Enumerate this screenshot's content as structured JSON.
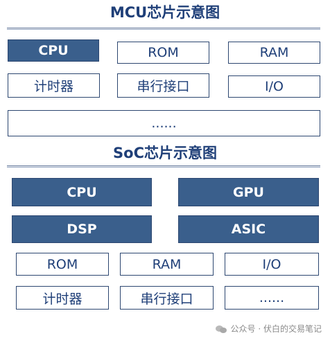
{
  "mcu": {
    "title": "MCU芯片示意图",
    "cpu": "CPU",
    "rom": "ROM",
    "ram": "RAM",
    "timer": "计时器",
    "serial": "串行接口",
    "io": "I/O",
    "more": "......"
  },
  "soc": {
    "title": "SoC芯片示意图",
    "cpu": "CPU",
    "gpu": "GPU",
    "dsp": "DSP",
    "asic": "ASIC",
    "rom": "ROM",
    "ram": "RAM",
    "io": "I/O",
    "timer": "计时器",
    "serial": "串行接口",
    "more": "......"
  },
  "colors": {
    "filled_block": "#3a5f8c",
    "border": "#2c4670",
    "text": "#1f3f78"
  },
  "watermark": {
    "icon": "wechat-icon",
    "text": "公众号 · 伏白的交易笔记"
  }
}
